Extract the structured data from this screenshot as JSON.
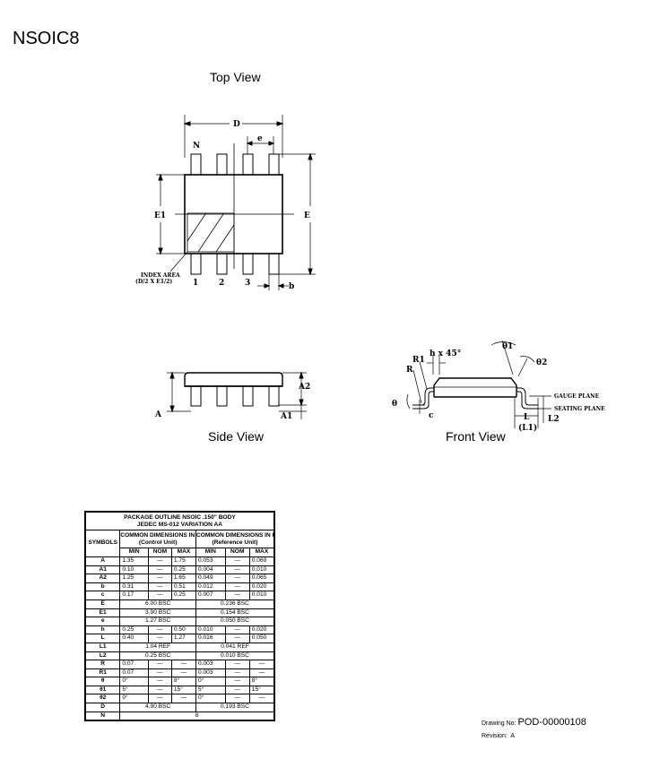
{
  "page_title": "NSOIC8",
  "views": {
    "top": "Top View",
    "side": "Side View",
    "front": "Front View"
  },
  "top_view_labels": {
    "D": "D",
    "e": "e",
    "N": "N",
    "E1": "E1",
    "E": "E",
    "index_area_1": "INDEX AREA",
    "index_area_2": "(D/2 X E1/2)",
    "pin1": "1",
    "pin2": "2",
    "pin3": "3",
    "b": "b"
  },
  "side_view_labels": {
    "A": "A",
    "A2": "A2",
    "A1": "A1"
  },
  "front_view_labels": {
    "R1": "R1",
    "R": "R",
    "h45": "h x 45°",
    "theta1": "θ1",
    "theta2": "θ2",
    "theta": "θ",
    "c": "c",
    "gauge_plane": "GAUGE PLANE",
    "seating_plane": "SEATING PLANE",
    "L": "L",
    "L1": "(L1)",
    "L2": "L2"
  },
  "table": {
    "title1": "PACKAGE OUTLINE NSOIC .150\" BODY",
    "title2": "JEDEC MS-012 VARIATION AA",
    "symbols_header": "SYMBOLS",
    "mm_header1": "COMMON DIMENSIONS IN MM",
    "mm_header2": "(Control Unit)",
    "inch_header1": "COMMON DIMENSIONS IN INCH",
    "inch_header2": "(Reference Unit)",
    "sub": [
      "MIN",
      "NOM",
      "MAX",
      "MIN",
      "NOM",
      "MAX"
    ],
    "rows": [
      {
        "s": "A",
        "v": [
          "1.35",
          "—",
          "1.75",
          "0.053",
          "—",
          "0.069"
        ]
      },
      {
        "s": "A1",
        "v": [
          "0.10",
          "—",
          "0.25",
          "0.004",
          "—",
          "0.010"
        ]
      },
      {
        "s": "A2",
        "v": [
          "1.25",
          "—",
          "1.65",
          "0.049",
          "—",
          "0.065"
        ]
      },
      {
        "s": "b",
        "v": [
          "0.31",
          "—",
          "0.51",
          "0.012",
          "—",
          "0.020"
        ]
      },
      {
        "s": "c",
        "v": [
          "0.17",
          "—",
          "0.25",
          "0.007",
          "—",
          "0.010"
        ]
      },
      {
        "s": "E",
        "mm": "6.00 BSC",
        "in": "0.236 BSC"
      },
      {
        "s": "E1",
        "mm": "3.90 BSC",
        "in": "0.154 BSC"
      },
      {
        "s": "e",
        "mm": "1.27 BSC",
        "in": "0.050 BSC"
      },
      {
        "s": "h",
        "v": [
          "0.25",
          "—",
          "0.50",
          "0.010",
          "—",
          "0.020"
        ]
      },
      {
        "s": "L",
        "v": [
          "0.40",
          "—",
          "1.27",
          "0.016",
          "—",
          "0.050"
        ]
      },
      {
        "s": "L1",
        "mm": "1.04 REF",
        "in": "0.041 REF"
      },
      {
        "s": "L2",
        "mm": "0.25 BSC",
        "in": "0.010 BSC"
      },
      {
        "s": "R",
        "v": [
          "0.07",
          "—",
          "—",
          "0.003",
          "—",
          "—"
        ]
      },
      {
        "s": "R1",
        "v": [
          "0.07",
          "—",
          "—",
          "0.003",
          "—",
          "—"
        ]
      },
      {
        "s": "θ",
        "v": [
          "0°",
          "—",
          "8°",
          "0°",
          "—",
          "8°"
        ]
      },
      {
        "s": "θ1",
        "v": [
          "5°",
          "—",
          "15°",
          "5°",
          "—",
          "15°"
        ]
      },
      {
        "s": "θ2",
        "v": [
          "0°",
          "—",
          "—",
          "0°",
          "—",
          "—"
        ]
      },
      {
        "s": "D",
        "mm": "4.90 BSC",
        "in": "0.193 BSC"
      },
      {
        "s": "N",
        "all": "8"
      }
    ]
  },
  "footer": {
    "drawing_no_label": "Drawing No:",
    "drawing_no": "POD-00000108",
    "revision_label": "Revision:",
    "revision": "A"
  }
}
